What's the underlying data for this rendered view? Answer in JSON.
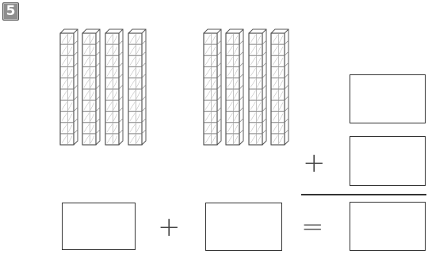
{
  "problem": {
    "number": "5"
  },
  "blocks": {
    "left_group_rods": 4,
    "right_group_rods": 4,
    "cubes_per_rod": 10
  },
  "operators": {
    "plus": "+",
    "equals": "="
  }
}
